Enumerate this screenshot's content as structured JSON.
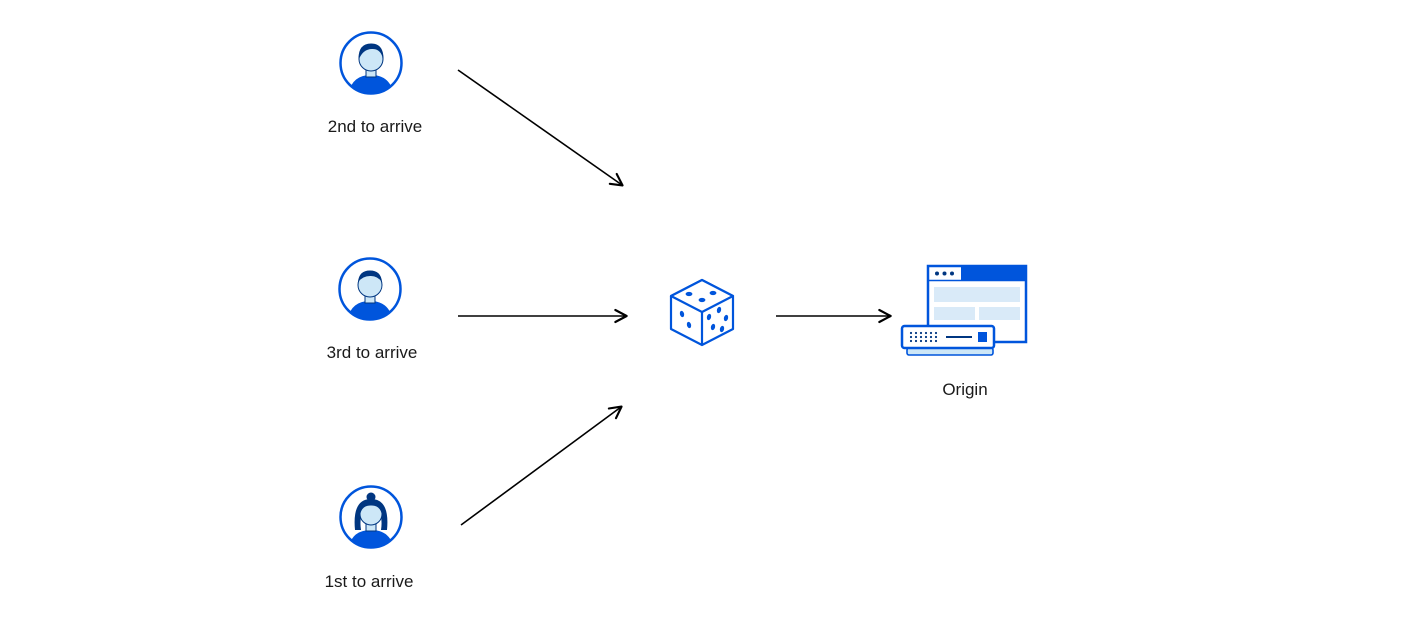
{
  "diagram": {
    "visitors": [
      {
        "label": "2nd to arrive",
        "icon": "user-avatar-icon"
      },
      {
        "label": "3rd to arrive",
        "icon": "user-avatar-icon"
      },
      {
        "label": "1st to arrive",
        "icon": "user-avatar-icon"
      }
    ],
    "center": {
      "icon": "dice-icon"
    },
    "origin": {
      "label": "Origin",
      "icon": "origin-server-icon"
    },
    "colors": {
      "primary": "#0055DC",
      "dark": "#003681",
      "light_fill": "#D9EAF8",
      "face_fill": "#CDE7F7",
      "arrow": "#000000",
      "text": "#1A1A1A",
      "background": "#FFFFFF"
    }
  }
}
